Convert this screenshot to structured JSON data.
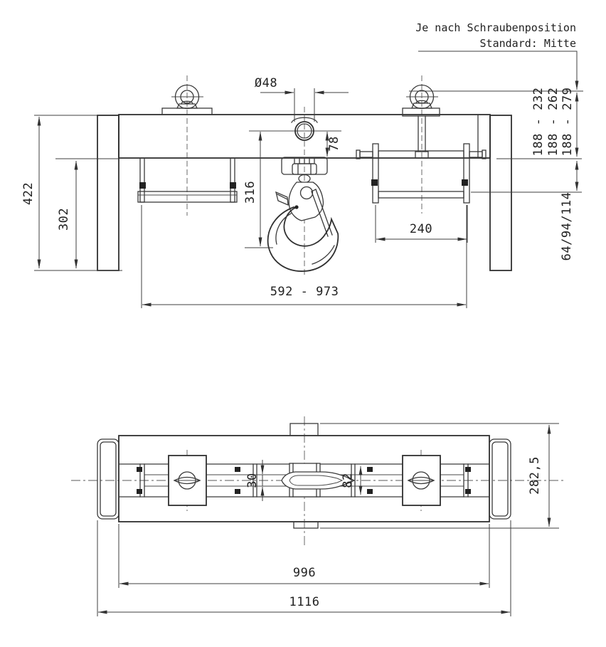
{
  "notes": {
    "screw_position_line1": "Je nach Schraubenposition",
    "screw_position_line2": "Standard: Mitte"
  },
  "front_view": {
    "hole_diameter": "Ø48",
    "hole_to_bottom": "78",
    "hook_reach": "316",
    "overall_height": "422",
    "side_plate_height": "302",
    "pocket_inner_width": "240",
    "pocket_span_range": "592 - 973",
    "screw_range_1": "188 - 232",
    "screw_range_2": "188 - 262",
    "screw_range_3": "188 - 279",
    "under_beam_clearance": "64/94/114"
  },
  "top_view": {
    "slot_width": "30",
    "inner_width": "82",
    "overall_depth": "282,5",
    "beam_length": "996",
    "overall_length": "1116"
  }
}
